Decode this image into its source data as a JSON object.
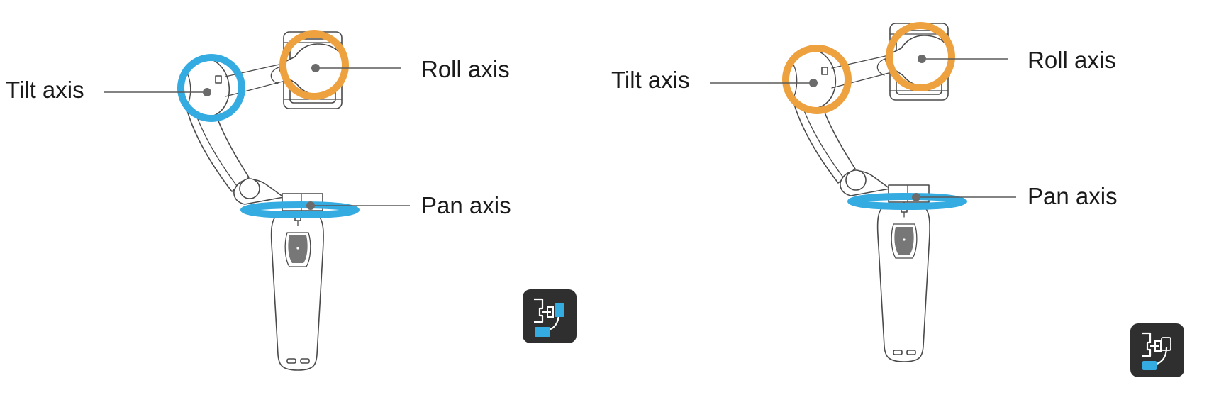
{
  "diagrams": [
    {
      "labels": {
        "tilt": "Tilt axis",
        "roll": "Roll axis",
        "pan": "Pan axis"
      },
      "colors": {
        "tilt_ring": "#35ace1",
        "roll_ring": "#eea13f",
        "pan_ring": "#35ace1"
      },
      "mode_icon": "gimbal-mode-icon"
    },
    {
      "labels": {
        "tilt": "Tilt axis",
        "roll": "Roll axis",
        "pan": "Pan axis"
      },
      "colors": {
        "tilt_ring": "#eea13f",
        "roll_ring": "#eea13f",
        "pan_ring": "#35ace1"
      },
      "mode_icon": "gimbal-mode-icon"
    }
  ]
}
